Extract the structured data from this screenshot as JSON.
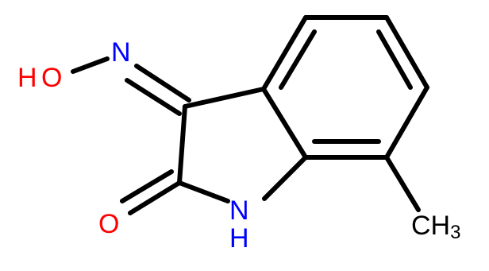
{
  "molecule": {
    "atoms": {
      "hydroxyl": {
        "text": "H",
        "text2": "O",
        "color": "#ff0000"
      },
      "imine_n": {
        "text": "N",
        "color": "#0000ff"
      },
      "carbonyl_o": {
        "text": "O",
        "color": "#ff0000"
      },
      "ring_nh": {
        "text_n": "N",
        "text_h": "H",
        "color": "#0000ff"
      },
      "methyl": {
        "text": "CH",
        "sub": "3",
        "color": "#000000"
      }
    }
  }
}
